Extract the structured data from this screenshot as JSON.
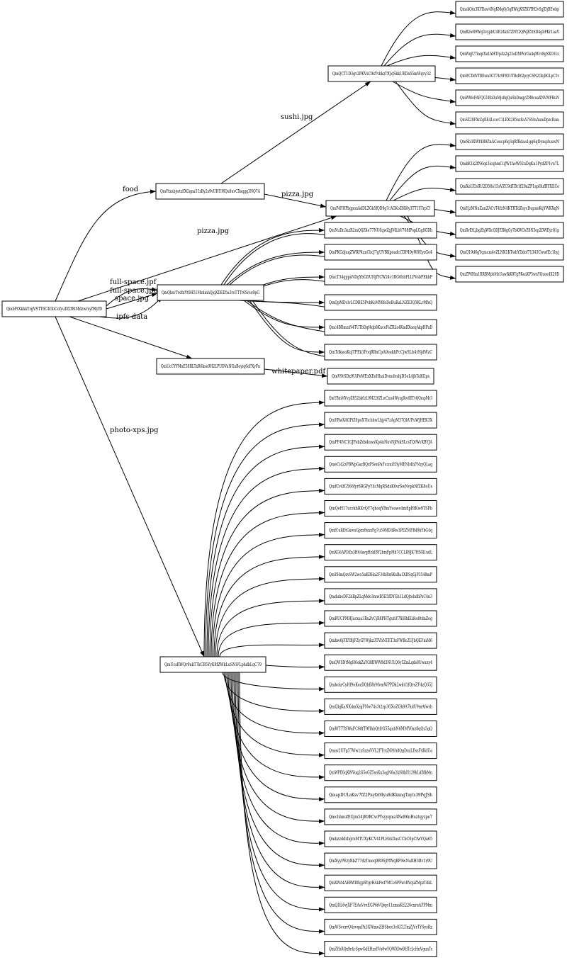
{
  "graph": {
    "root": "QmbFtXkhkYrgVSTT6C4GbCofyuDf2f8tMdzwrsyf9fyfD",
    "nodes": {
      "root": "QmbFtXkhkYrgVSTT6C4GbCofyuDf2f8tMdzwrsyf9fyfD",
      "food": "QmYtxnbjwtz8XGqna51zBy2s9vUHUMQu8uvCXsqgg3NQ7A",
      "sushi": "QmQCT1D3gv2PKVsC9xYvbkzTfQqSkkUEDs65mWqvy32",
      "pizza": "QmP4FHPbgpnnAdDLZGk5fQD9g7cAGKoZ8X8y3TT1STrpCf",
      "space": "QmQksvTvdtxVt9H51MzdmhQjqXDED5a3roTTTr6Srso9pG",
      "ipfs": "QmUcCYYMxE58RLTxR6kse9H2LPUDVuNGuBoyiq6eFXyFn",
      "whitepaper": "QmV9tSDx9UiPeWExXEeHhaiDvmdvshjD5eL4jbTaKGps",
      "photos": "QmUcsRWQr9ukT7kCB5YyK8fZWkLuSNiVLphdbLqC79"
    },
    "sushi_children": [
      "QmekQtu3KVDaw4NgKMq6y5qBWigXSZKVB92vSgJDjBEwbp",
      "QmRzw89WqGvypbU4E24khTZNY2QPqB5tSD4gbFKr1aaV",
      "QmWqjU7mqrXuUxHTrpAz2g25aDMPcrGa4qMcv8gSXC6Lv",
      "QmWCDdVTBEum5GT74r9F85UTBeB62pyyGSN2GbjBGLpC5v",
      "QmWWeFAFQG1EbDuMjs8qQuSbDmgyZH8cuaXNVMFKuN",
      "QmSZ28FXrZgREALcocC1LEXt285nz8aA7SNmAumDpzcRam"
    ],
    "pizza_children": [
      "QmSb3XWf4B9ZnACoucp6q3qRfRdaa1gg6qDynqAuswN",
      "QmbK1k2fN6qs3icqhmCuJW1heW92uDqKn1PydZP1vu7L",
      "QmXaUEsRU2D58s15sVZC9dTBt1f29aZP1spHufBYXECe",
      "QmYjzMNnZanZACvT4fzN4KTRTdZeycDupneKqYWKXqN",
      "QmRvEtLjbgZhjWXcQDJER8gGy7bKWGvZ6N3ep2DWEyrQ1p",
      "QmQ19d6gYqmcm4vZLNK1KTwbYDdof71343CwwfEc1hyj",
      "QmZP6Hm1RRBMpbMzUawfkK9TgPKeaXP5wnYQuee4X29D"
    ],
    "space_children": [
      "QmNuDn3azR2mQQZ4e77NU6qwZgJMLbV768fPopLGg8GDh",
      "QmPKGdjuqZWRP4znCbcJ7gUVBKpoadcCDP49yW9EyzGe4",
      "QmcT34qppsNDgYbGDUNjfYCW24v1RG6hbFLLPVsbPEkbF",
      "QmQpMDclvLCDBE5PvbKeMY6foDoBuRaLNZE3Q5KLrMfsQ",
      "Qmc4BRmmN4TUTbDqf4qb8KuceFsZR2a4KmBXaeqAkpHPaD",
      "QmTdkwaKujTFEk1PoqRBnCpA9eekhPcCjwSLb4rNjdWzC"
    ],
    "photos_children": [
      "QmYBmMVvpZ852bk6zL9M226ZLwCms4WyxgXw6ETvQQmpMr3",
      "QmYRwXAGPiZ6poX7hchhwLhjy47zAgM37QbUPuWjHEK3X",
      "QmPF4NC1GJFebZdx4nwsKp4nNuvNjPekSLcsTQtWvXBYJA",
      "QmeCi42zPBWpGazBQxPSenPaFccmiH3yMENb4hFNzyQLaq",
      "QmfCv4fG566fyr6RGPyY4cMqRSdxK6vrSwNvpkNfZK8oUs",
      "QmQeH17ucrkhRXvQY7qhoqYBmYvawe4mfipHfKw9TSPb",
      "QmfCuREtGxwuGpzz8uxxFg7u59MD4Rw3PEZMFB49kYbG4q",
      "QmXG6APDZn3H64avgHcklBY2bmFpMd7CCLR9JK7HNR1udL",
      "QmYHmQzvSW2wo5nKBHa2F34bRx6KsBa1XDSqGjP3548mP",
      "QmdubeDF2hRpZLqMdo3mwB5E5fDYGh1LdQjtehdhPsC4n3",
      "QmRUCPMHJacxas3RuZvCjR8PHTguhY7X8RdEd4o8tdnZeg",
      "Qmbw6jFXYBjFZyGYWjkz3TVbNTET3xFWBcZUJbQEFmM6",
      "QmQWSNtMgH6okZaYG8DWW9d3NU1Q6y5ZmLqds8Uwuny4",
      "QmbckrCyHf9oKozDQhB8rMvmWPPDk2wk41fQrsZF4zQ35J",
      "QmQhjKaNXdmXzgFNw74s3t2rp3GXoZGk9A7kdU9mAfwrh",
      "QmWT7TSWaFC68fT9HhbQtfrG55qabN6MMY6xz8qQz5gQ",
      "Qmav2UFg57Ww1ySzzoVVL2FTrxZ6MA8QgDuzLEszF4KdUa",
      "QmWPE6qXWVuq2G5oGZ5snXn3agN6a2kN8hH129hLdBfkMn",
      "QmapDULaKsv7fZ2Pnyfz69yu8dKkxngTnyts39PqJSh",
      "QmchhnufEGjm54jR9RCwPYsyyqmz4NeB6nHuztqyzpe7",
      "QmbzzddzhgrnMTUXyKCV41PLHzxDasCCbC6pCfwVQa65",
      "QmXyyPEzyRbZ77dzTmoq9R9SjPfWqRF9wNaRH3Bv1r9U",
      "QmXWA4AEBWRRgpSYgrHAkFwf7MCeSPFwvRVquZMpzTdkL",
      "QmQDL6vjXF7EAaVreEGP6iVQiqe11zmaKE226cxruAPPMm",
      "QmWScerrQ4svqaPk3XWmoZHSbec3cKCLTmZjVrTYSysRz",
      "QmZYbRQx9r4cSgwGdEHzsYVu8wYQWX9wBHTr2cHnVgunTs"
    ],
    "edge_labels": {
      "food": "food",
      "sushi": "sushi.jpg",
      "pizza_from_food": "pizza.jpg",
      "pizza_from_root": "pizza.jpg",
      "full_space_jpf": "full-space.jpf",
      "full_space_jpg": "full-space.jpg",
      "space_jpg": "space.jpg",
      "ipfs": "ipfs-data",
      "whitepaper": "whitepaper.pdf",
      "photos": "photo-xps.jpg"
    }
  }
}
